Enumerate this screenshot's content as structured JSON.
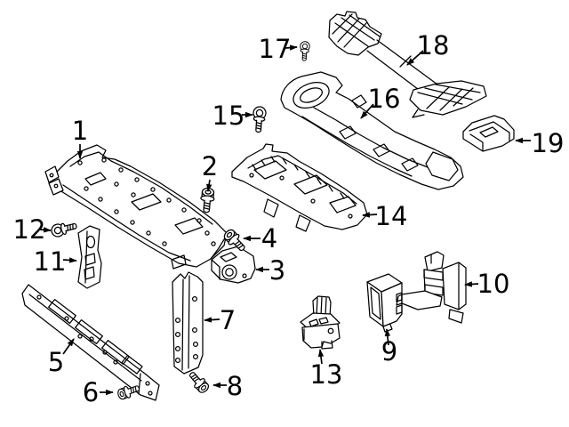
{
  "diagram": {
    "type": "exploded-parts-diagram",
    "colors": {
      "background": "#ffffff",
      "line": "#000000",
      "label": "#000000"
    },
    "callouts": [
      {
        "label": "1"
      },
      {
        "label": "2"
      },
      {
        "label": "3"
      },
      {
        "label": "4"
      },
      {
        "label": "5"
      },
      {
        "label": "6"
      },
      {
        "label": "7"
      },
      {
        "label": "8"
      },
      {
        "label": "9"
      },
      {
        "label": "10"
      },
      {
        "label": "11"
      },
      {
        "label": "12"
      },
      {
        "label": "13"
      },
      {
        "label": "14"
      },
      {
        "label": "15"
      },
      {
        "label": "16"
      },
      {
        "label": "17"
      },
      {
        "label": "18"
      },
      {
        "label": "19"
      }
    ]
  }
}
